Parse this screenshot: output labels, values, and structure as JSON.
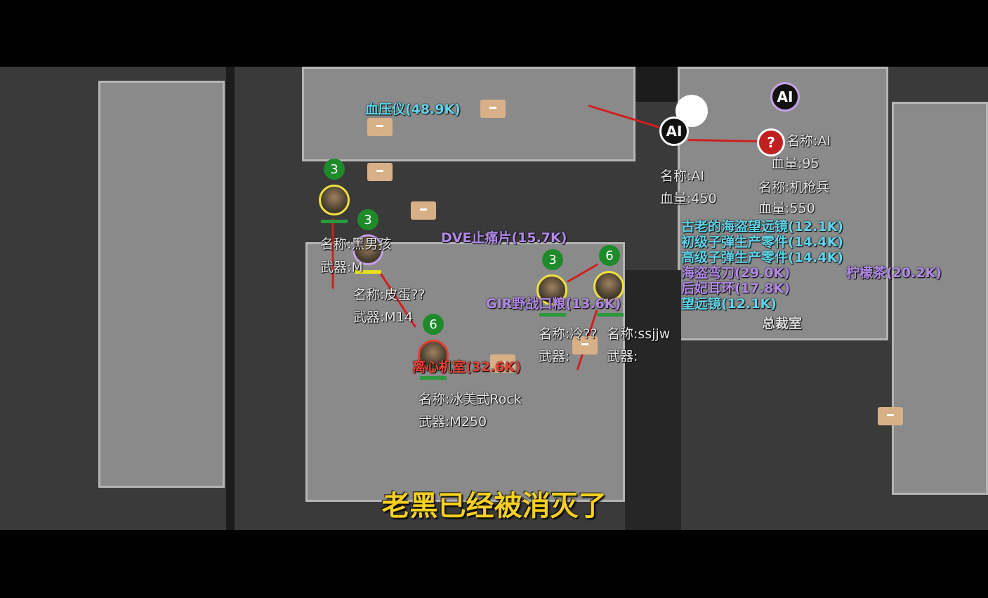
{
  "subtitle": "老黑已经被消灭了",
  "room_label": "总裁室",
  "loot": {
    "bp": "血压仪(48.9K)",
    "dve": "DVE止痛片(15.7K)",
    "gir": "GIR野战口粮(13.6K)",
    "centrifuge": "离心机室(32.6K)",
    "l1": "古老的海盗望远镜(12.1K)",
    "l2": "初级子弹生产零件(14.4K)",
    "l3": "高级子弹生产零件(14.4K)",
    "l4": "柠檬茶(20.2K)",
    "l5": "海盗弯刀(29.0K)",
    "l6": "后妃耳环(17.8K)",
    "l7": "望远镜(12.1K)"
  },
  "ai": {
    "label": "AI",
    "unknown": "?",
    "a1": {
      "name": "名称:AI",
      "hp": "血量:450"
    },
    "a2": {
      "name": "名称:AI",
      "hp": "血量:95"
    },
    "a3": {
      "name": "名称:机枪兵",
      "hp": "血量:550"
    }
  },
  "players": [
    {
      "level": "3",
      "name": "名称:黑男孩",
      "weapon": "武器:M"
    },
    {
      "level": "3",
      "name": "名称:皮蛋??",
      "weapon": "武器:M14"
    },
    {
      "level": "6",
      "name": "名称:冰美式Rock",
      "weapon": "武器:M250"
    },
    {
      "level": "3",
      "name": "名称:冷??",
      "weapon": "武器:"
    },
    {
      "level": "6",
      "name": "名称:ssjjw",
      "weapon": "武器:"
    }
  ]
}
